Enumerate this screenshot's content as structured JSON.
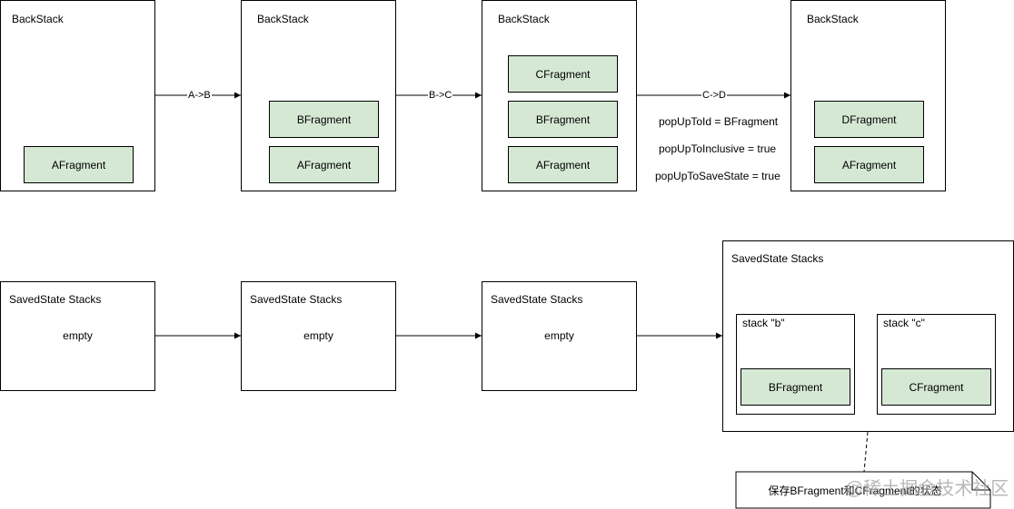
{
  "backstacks": [
    {
      "title": "BackStack",
      "fragments": [
        "AFragment"
      ]
    },
    {
      "title": "BackStack",
      "fragments": [
        "BFragment",
        "AFragment"
      ]
    },
    {
      "title": "BackStack",
      "fragments": [
        "CFragment",
        "BFragment",
        "AFragment"
      ]
    },
    {
      "title": "BackStack",
      "fragments": [
        "DFragment",
        "AFragment"
      ]
    }
  ],
  "transitions": [
    "A->B",
    "B->C",
    "C->D"
  ],
  "navigate_options": [
    "popUpToId = BFragment",
    "popUpToInclusive = true",
    "popUpToSaveState = true"
  ],
  "saved_state": [
    {
      "title": "SavedState Stacks",
      "content": "empty"
    },
    {
      "title": "SavedState Stacks",
      "content": "empty"
    },
    {
      "title": "SavedState Stacks",
      "content": "empty"
    },
    {
      "title": "SavedState Stacks",
      "stacks": [
        {
          "label": "stack \"b\"",
          "fragment": "BFragment"
        },
        {
          "label": "stack \"c\"",
          "fragment": "CFragment"
        }
      ]
    }
  ],
  "note": "保存BFragment和CFragment的状态",
  "watermark": "@稀土掘金技术社区",
  "colors": {
    "fragment_fill": "#d5e8d4",
    "stroke": "#000000"
  }
}
